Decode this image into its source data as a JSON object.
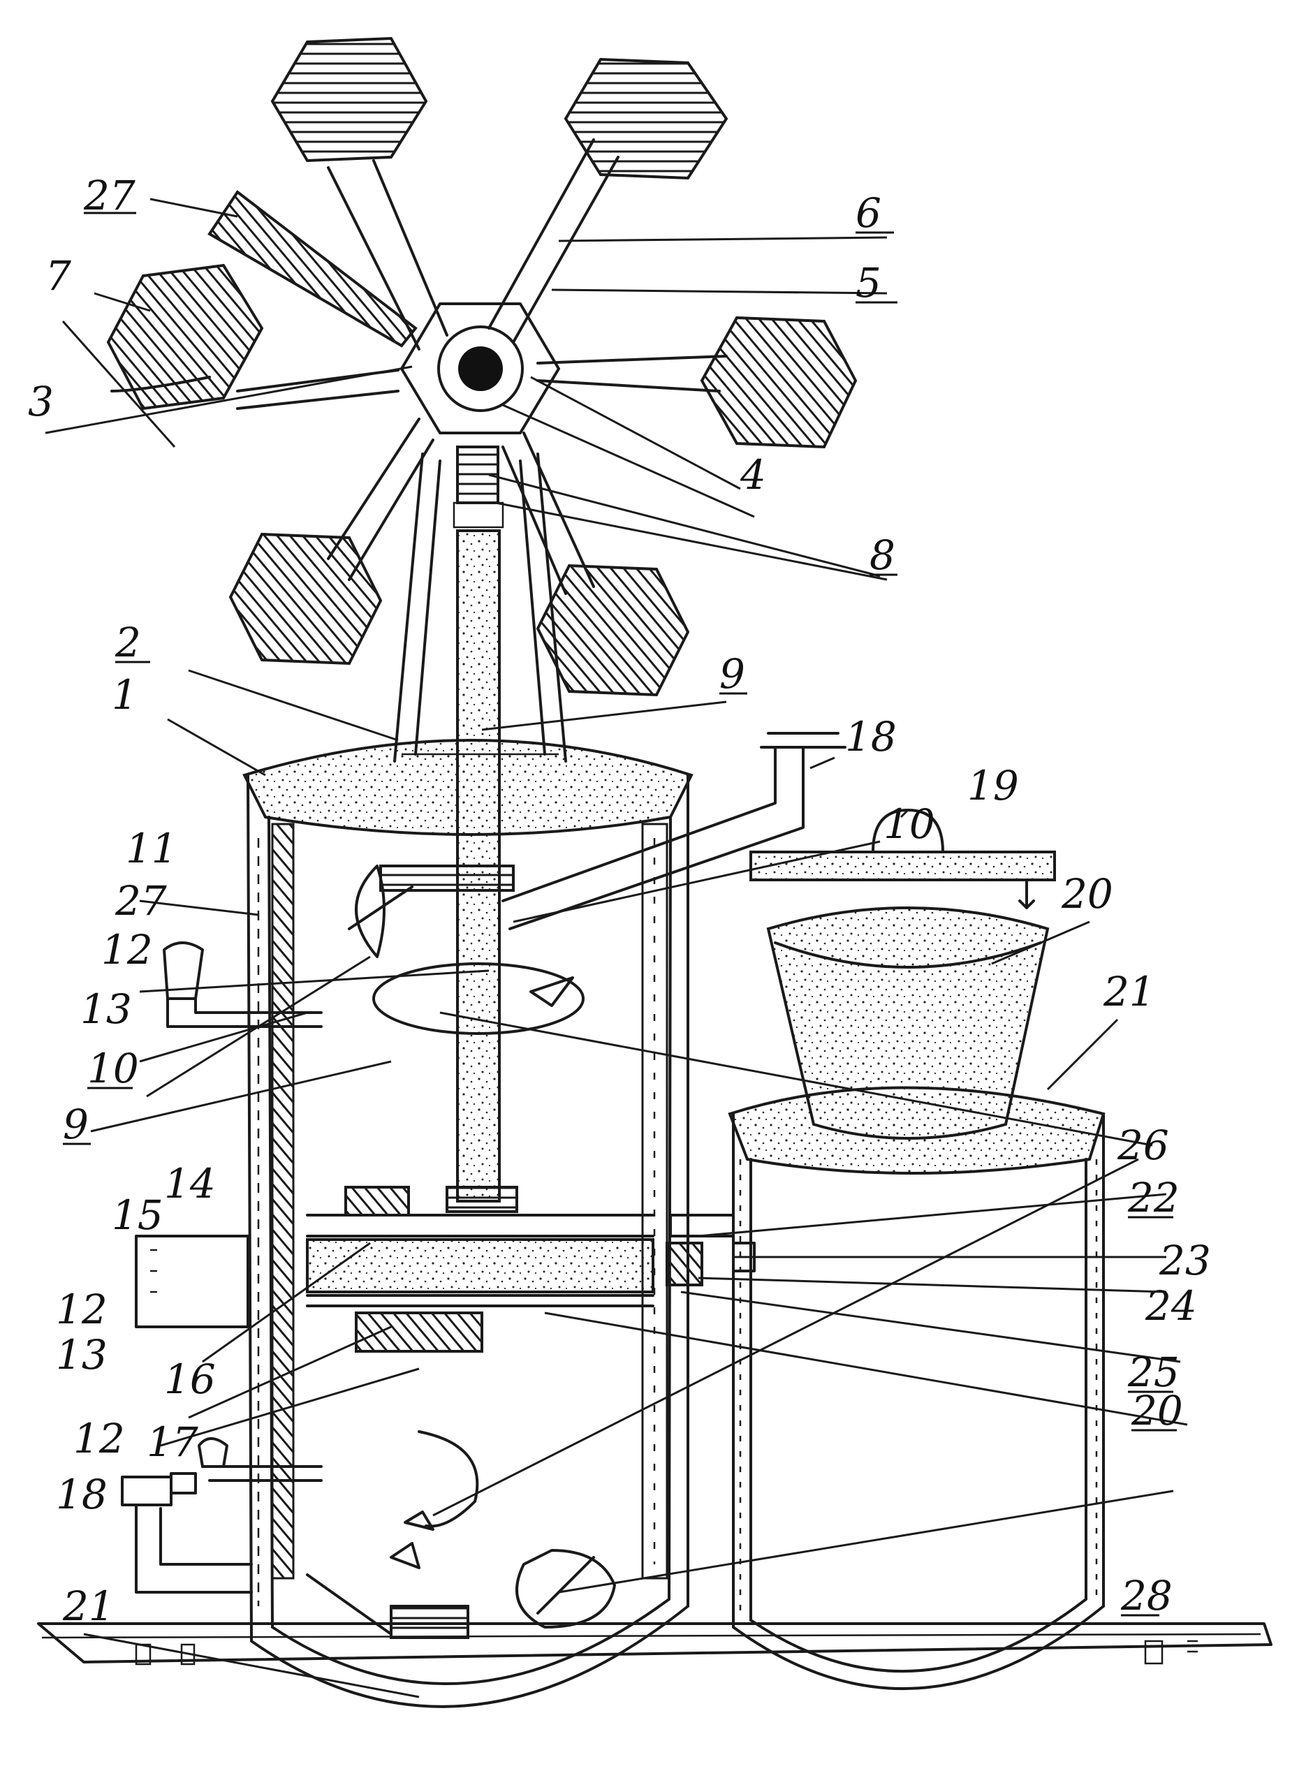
{
  "labels": [
    {
      "id": "l27a",
      "text": "27"
    },
    {
      "id": "l7",
      "text": "7"
    },
    {
      "id": "l3",
      "text": "3"
    },
    {
      "id": "l6",
      "text": "6"
    },
    {
      "id": "l5",
      "text": "5"
    },
    {
      "id": "l4",
      "text": "4"
    },
    {
      "id": "l8",
      "text": "8"
    },
    {
      "id": "l2",
      "text": "2"
    },
    {
      "id": "l1",
      "text": "1"
    },
    {
      "id": "l9a",
      "text": "9"
    },
    {
      "id": "l18a",
      "text": "18"
    },
    {
      "id": "l10a",
      "text": "10"
    },
    {
      "id": "l19",
      "text": "19"
    },
    {
      "id": "l11",
      "text": "11"
    },
    {
      "id": "l27b",
      "text": "27"
    },
    {
      "id": "l12a",
      "text": "12"
    },
    {
      "id": "l13a",
      "text": "13"
    },
    {
      "id": "l10b",
      "text": "10"
    },
    {
      "id": "l9b",
      "text": "9"
    },
    {
      "id": "l20a",
      "text": "20"
    },
    {
      "id": "l21a",
      "text": "21"
    },
    {
      "id": "l14",
      "text": "14"
    },
    {
      "id": "l15",
      "text": "15"
    },
    {
      "id": "l26",
      "text": "26"
    },
    {
      "id": "l22",
      "text": "22"
    },
    {
      "id": "l23",
      "text": "23"
    },
    {
      "id": "l24",
      "text": "24"
    },
    {
      "id": "l12b",
      "text": "12"
    },
    {
      "id": "l13b",
      "text": "13"
    },
    {
      "id": "l16",
      "text": "16"
    },
    {
      "id": "l25",
      "text": "25"
    },
    {
      "id": "l17",
      "text": "17"
    },
    {
      "id": "l12c",
      "text": "12"
    },
    {
      "id": "l20b",
      "text": "20"
    },
    {
      "id": "l18b",
      "text": "18"
    },
    {
      "id": "l21b",
      "text": "21"
    },
    {
      "id": "l28",
      "text": "28"
    }
  ]
}
